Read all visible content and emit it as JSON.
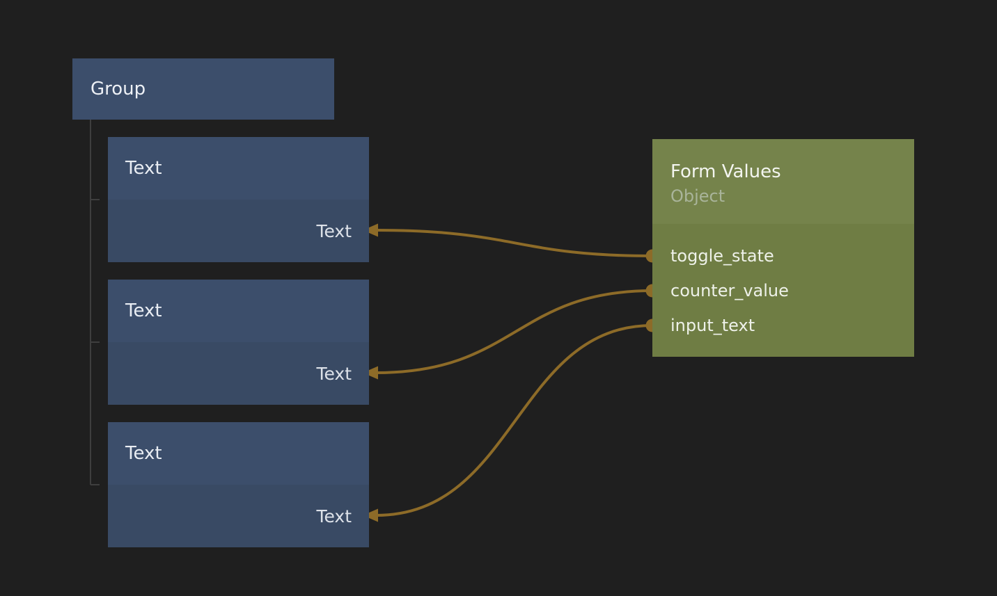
{
  "canvas": {
    "background": "#1f1f1f"
  },
  "nodes": {
    "group": {
      "title": "Group"
    },
    "text_nodes": [
      {
        "title": "Text",
        "input_label": "Text"
      },
      {
        "title": "Text",
        "input_label": "Text"
      },
      {
        "title": "Text",
        "input_label": "Text"
      }
    ],
    "form_values": {
      "title": "Form Values",
      "subtitle": "Object",
      "ports": [
        "toggle_state",
        "counter_value",
        "input_text"
      ]
    }
  },
  "connections": [
    {
      "from_port": "toggle_state",
      "to_node": "text-node-1",
      "to_input": "Text"
    },
    {
      "from_port": "counter_value",
      "to_node": "text-node-2",
      "to_input": "Text"
    },
    {
      "from_port": "input_text",
      "to_node": "text-node-3",
      "to_input": "Text"
    }
  ],
  "colors": {
    "bg": "#1f1f1f",
    "blue_header": "#3c4e6b",
    "blue_body": "#394a64",
    "green_header": "#75834b",
    "green_body": "#6f7d44",
    "wire": "#8d6b28",
    "tree_line": "#3e3e3e"
  }
}
